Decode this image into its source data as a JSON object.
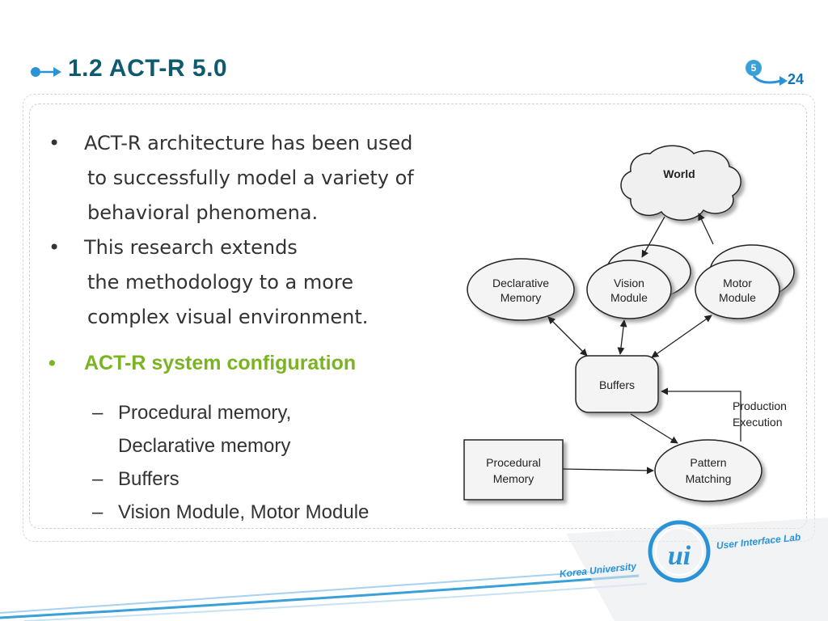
{
  "slide": {
    "title": "1.2 ACT-R 5.0",
    "section_number": "5",
    "page_number": "24"
  },
  "bullets": {
    "b1_line1": "ACT-R architecture has been used",
    "b1_line2": "to successfully model a variety of",
    "b1_line3": "behavioral phenomena.",
    "b2_line1": "This research extends",
    "b2_line2": "the methodology to a more",
    "b2_line3": "complex visual environment.",
    "b3_heading": "ACT-R system configuration",
    "sub_items": [
      {
        "line1": "Procedural memory,",
        "line2": "Declarative memory"
      },
      {
        "line1": "Buffers"
      },
      {
        "line1": "Vision Module, Motor Module"
      }
    ],
    "bullet_glyph": "•",
    "dash_glyph": "–"
  },
  "diagram": {
    "world": "World",
    "declarative_line1": "Declarative",
    "declarative_line2": "Memory",
    "vision_line1": "Vision",
    "vision_line2": "Module",
    "motor_line1": "Motor",
    "motor_line2": "Module",
    "buffers": "Buffers",
    "production_line1": "Production",
    "production_line2": "Execution",
    "procedural_line1": "Procedural",
    "procedural_line2": "Memory",
    "pattern_line1": "Pattern",
    "pattern_line2": "Matching"
  },
  "branding": {
    "lab": "User Interface Lab",
    "university": "Korea University",
    "logo_letters": "ui"
  },
  "colors": {
    "title": "#0e5a6e",
    "accent_green": "#7ab421",
    "brand_blue": "#2a93d6"
  }
}
